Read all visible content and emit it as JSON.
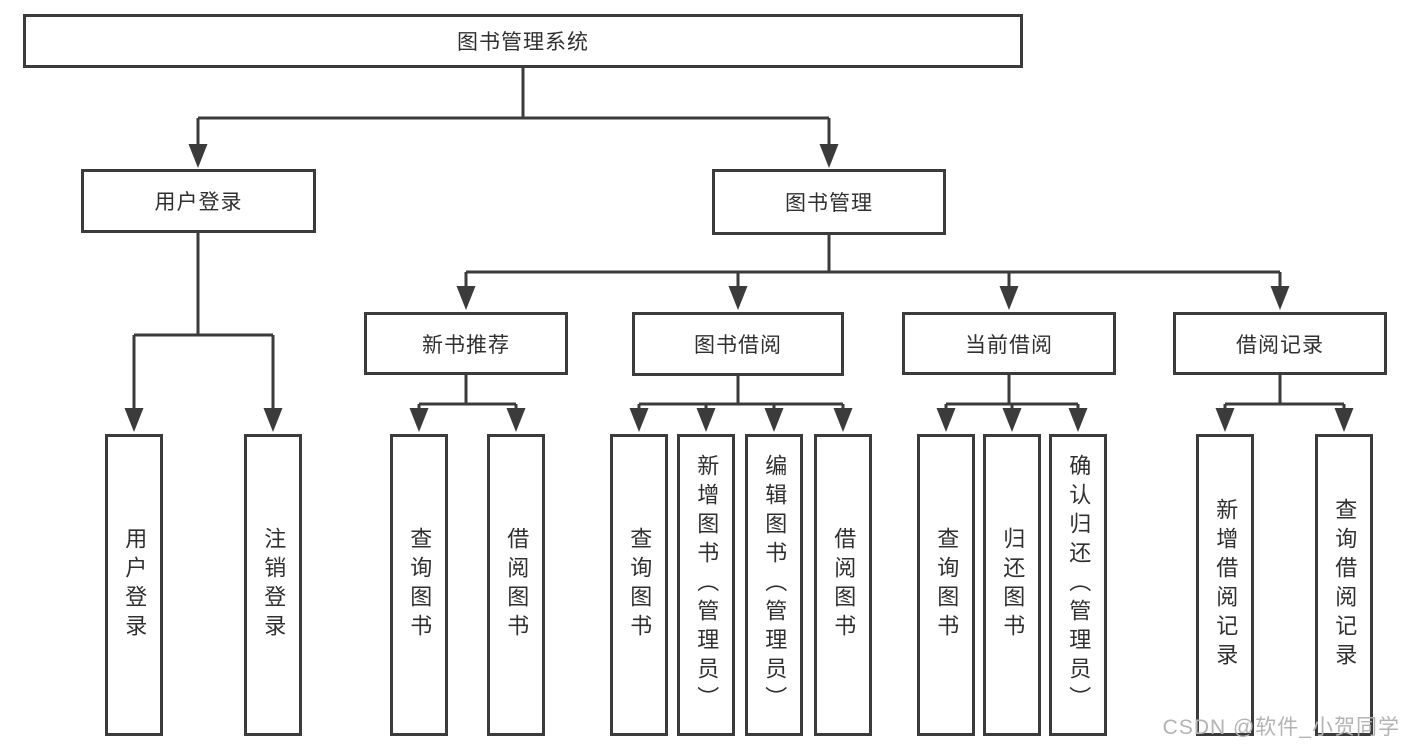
{
  "tree": {
    "root": {
      "label": "图书管理系统"
    },
    "branches": [
      {
        "label": "用户登录",
        "children": [
          {
            "label": "用户登录"
          },
          {
            "label": "注销登录"
          }
        ]
      },
      {
        "label": "图书管理",
        "children": [
          {
            "label": "新书推荐",
            "children": [
              {
                "label": "查询图书"
              },
              {
                "label": "借阅图书"
              }
            ]
          },
          {
            "label": "图书借阅",
            "children": [
              {
                "label": "查询图书"
              },
              {
                "label": "新增图书（管理员）"
              },
              {
                "label": "编辑图书（管理员）"
              },
              {
                "label": "借阅图书"
              }
            ]
          },
          {
            "label": "当前借阅",
            "children": [
              {
                "label": "查询图书"
              },
              {
                "label": "归还图书"
              },
              {
                "label": "确认归还（管理员）"
              }
            ]
          },
          {
            "label": "借阅记录",
            "children": [
              {
                "label": "新增借阅记录"
              },
              {
                "label": "查询借阅记录"
              }
            ]
          }
        ]
      }
    ]
  },
  "watermark": {
    "text": "CSDN @软件_小贺同学"
  },
  "colors": {
    "line": "#3b3b3b",
    "text": "#303030",
    "background": "#ffffff",
    "watermark": "#b3b3b3"
  }
}
